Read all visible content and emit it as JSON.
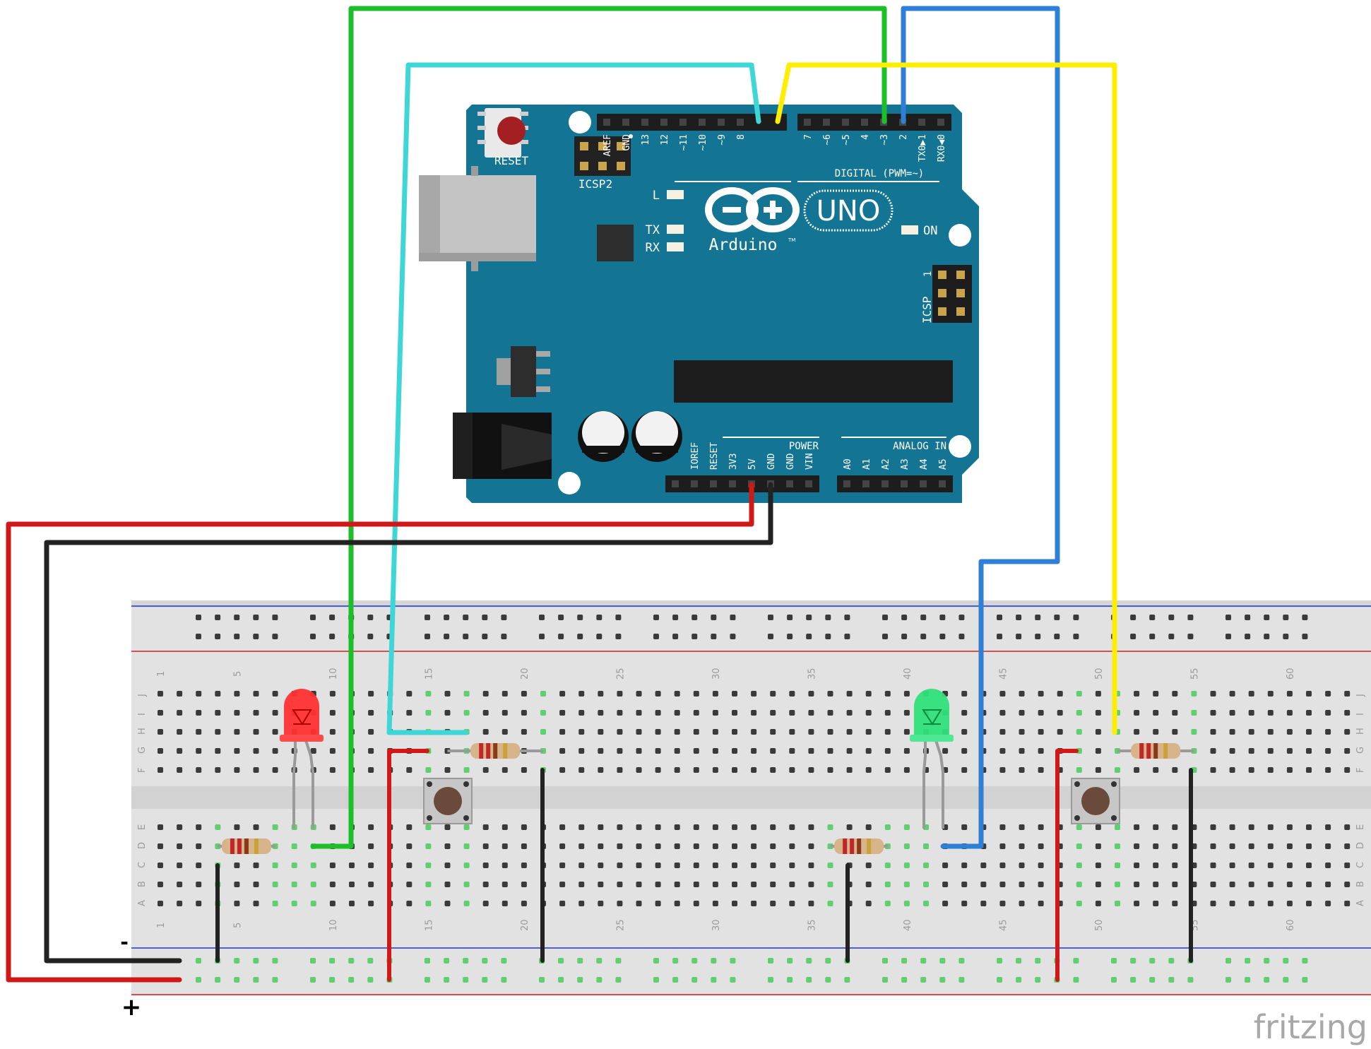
{
  "arduino": {
    "reset_label": "RESET",
    "icsp2_label": "ICSP2",
    "icsp_label": "ICSP",
    "icsp_pin1": "1",
    "digital_label": "DIGITAL (PWM=~)",
    "led_l": "L",
    "led_tx": "TX",
    "led_rx": "RX",
    "led_on": "ON",
    "logo_text": "Arduino",
    "logo_tm": "TM",
    "uno_text": "UNO",
    "power_label": "POWER",
    "analog_label": "ANALOG IN",
    "digital_pins": [
      "AREF",
      "GND",
      "13",
      "12",
      "~11",
      "~10",
      "~9",
      "8",
      "7",
      "~6",
      "~5",
      "4",
      "~3",
      "2",
      "TX0▶1",
      "RX0◀0"
    ],
    "power_pins": [
      "IOREF",
      "RESET",
      "3V3",
      "5V",
      "GND",
      "GND",
      "VIN"
    ],
    "analog_pins": [
      "A0",
      "A1",
      "A2",
      "A3",
      "A4",
      "A5"
    ]
  },
  "breadboard": {
    "column_numbers": [
      "1",
      "5",
      "10",
      "15",
      "20",
      "25",
      "30",
      "35",
      "40",
      "45",
      "50",
      "55",
      "60"
    ],
    "row_letters_top": [
      "J",
      "I",
      "H",
      "G",
      "F"
    ],
    "row_letters_bottom": [
      "E",
      "D",
      "C",
      "B",
      "A"
    ],
    "rail_minus": "-",
    "rail_plus": "+"
  },
  "watermark": "fritzing",
  "colors": {
    "board_teal": "#137593",
    "breadboard": "#e2e2e2",
    "wire_green": "#1cbf2a",
    "wire_cyan": "#3fd6d8",
    "wire_yellow": "#ffee00",
    "wire_blue": "#2f7fd6",
    "wire_red": "#d01818",
    "wire_black": "#222222",
    "led_red": "#ff3030",
    "led_green": "#30e07a"
  }
}
